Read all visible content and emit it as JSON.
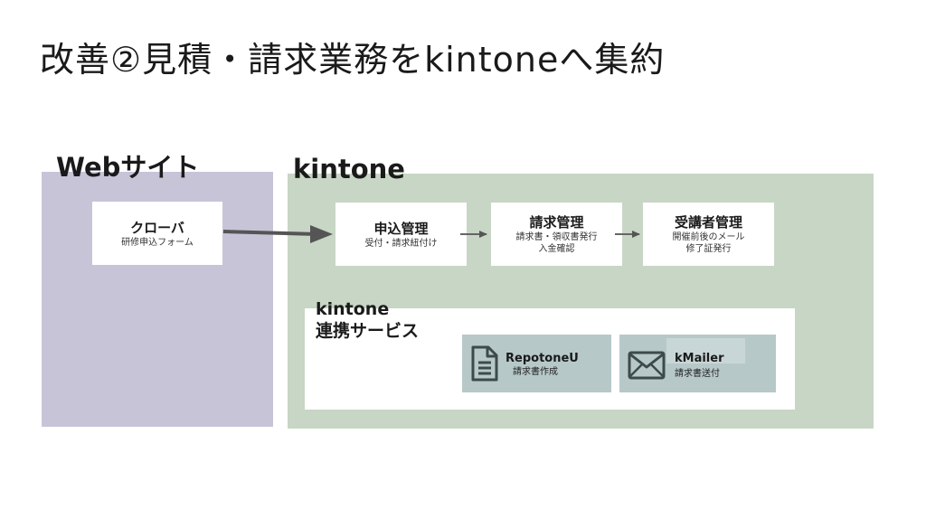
{
  "title": "改善②見積・請求業務をkintoneへ集約",
  "web_section": {
    "label": "Webサイト",
    "box": {
      "title": "クローバ",
      "sub": "研修申込フォーム"
    }
  },
  "kintone_section": {
    "label": "kintone",
    "apps": [
      {
        "title": "申込管理",
        "lines": [
          "受付・請求紐付け"
        ]
      },
      {
        "title": "請求管理",
        "lines": [
          "請求書・領収書発行",
          "入金確認"
        ]
      },
      {
        "title": "受講者管理",
        "lines": [
          "開催前後のメール",
          "修了証発行"
        ]
      }
    ],
    "services": {
      "label_line1": "kintone",
      "label_line2": "連携サービス",
      "items": [
        {
          "name": "RepotoneU",
          "desc": "請求書作成",
          "icon": "document-icon"
        },
        {
          "name": "kMailer",
          "desc": "請求書送付",
          "icon": "mail-icon"
        }
      ]
    }
  },
  "colors": {
    "web_panel": "#c8c4d8",
    "kintone_panel": "#c8d6c5",
    "service_card": "#b7c8c9",
    "arrow": "#555555"
  }
}
